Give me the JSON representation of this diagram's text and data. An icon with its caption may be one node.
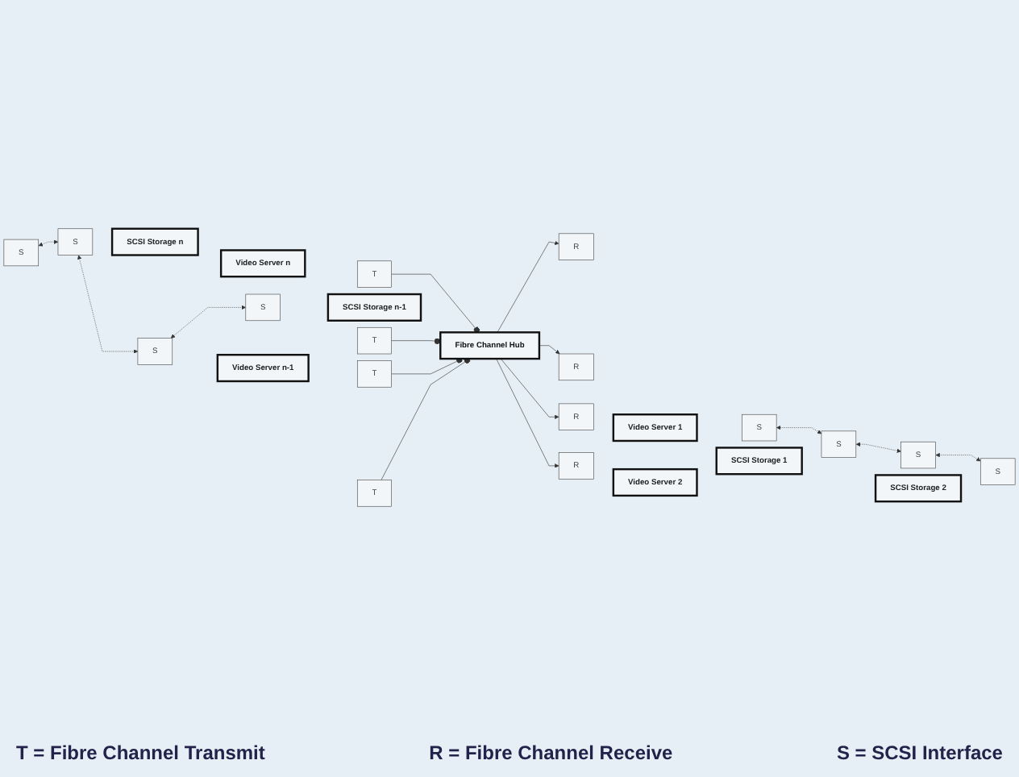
{
  "diagram": {
    "nodes": [
      {
        "text": [
          "Fibre Channel Hub"
        ]
      },
      {
        "text": [
          "Video Server n"
        ]
      },
      {
        "text": [
          "T"
        ]
      },
      {
        "text": [
          "R"
        ]
      },
      {
        "text": [
          "S"
        ]
      },
      {
        "text": [
          "SCSI Storage n"
        ]
      },
      {
        "text": [
          "S"
        ]
      },
      {
        "text": [
          "Video Server n-1"
        ]
      },
      {
        "text": [
          "T"
        ]
      },
      {
        "text": [
          "R"
        ]
      },
      {
        "text": [
          "S"
        ]
      },
      {
        "text": [
          "SCSI Storage n-1"
        ]
      },
      {
        "text": [
          "S"
        ]
      },
      {
        "text": [
          "Video Server 1"
        ]
      },
      {
        "text": [
          "R"
        ]
      },
      {
        "text": [
          "T"
        ]
      },
      {
        "text": [
          "S"
        ]
      },
      {
        "text": [
          "SCSI Storage 1"
        ]
      },
      {
        "text": [
          "S"
        ]
      },
      {
        "text": [
          "Video Server 2"
        ]
      },
      {
        "text": [
          "R"
        ]
      },
      {
        "text": [
          "T"
        ]
      },
      {
        "text": [
          "S"
        ]
      },
      {
        "text": [
          "SCSI Storage 2"
        ]
      },
      {
        "text": [
          "S"
        ]
      }
    ],
    "edges": [
      {
        "from": 2,
        "to": 0,
        "arrow": "other"
      },
      {
        "from": 0,
        "to": 3,
        "arrow": "to"
      },
      {
        "from": 8,
        "to": 0,
        "arrow": "other"
      },
      {
        "from": 0,
        "to": 9,
        "arrow": "to"
      },
      {
        "from": 0,
        "to": 14,
        "arrow": "to"
      },
      {
        "from": 15,
        "to": 0,
        "arrow": "other"
      },
      {
        "from": 0,
        "to": 20,
        "arrow": "to"
      },
      {
        "from": 21,
        "to": 0,
        "arrow": "other"
      },
      {
        "from": 4,
        "to": 6,
        "arrow": "both",
        "style": "dashed"
      },
      {
        "from": 6,
        "to": 10,
        "arrow": "both",
        "style": "dashed"
      },
      {
        "from": 10,
        "to": 12,
        "arrow": "both",
        "style": "dashed"
      },
      {
        "from": 16,
        "to": 18,
        "arrow": "both",
        "style": "dashed"
      },
      {
        "from": 18,
        "to": 22,
        "arrow": "both",
        "style": "dashed"
      },
      {
        "from": 22,
        "to": 24,
        "arrow": "both",
        "style": "dashed"
      }
    ],
    "labels": [
      "T = Fibre Channel Transmit",
      "R = Fibre Channel Receive",
      "S = SCSI Interface"
    ]
  }
}
